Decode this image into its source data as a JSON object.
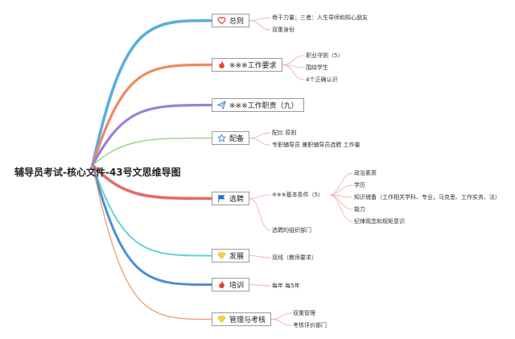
{
  "title": "辅导员考试-核心文件-43号文思维导图",
  "branches": [
    {
      "label": "总则",
      "icon": "heart-icon",
      "color": "#5aaee0",
      "children": [
        "骨干力量；三者：人生导师和知心朋友",
        "双重身份"
      ]
    },
    {
      "label": "※※※工作要求",
      "icon": "fire-icon",
      "color": "#ec8a5e",
      "children": [
        "职业守则（5）",
        "围绕学生",
        "4个正确认识"
      ]
    },
    {
      "label": "※※※工作职责（九）",
      "icon": "paper-plane-icon",
      "color": "#9b7fd8",
      "children": []
    },
    {
      "label": "配备",
      "icon": "star-icon",
      "color": "#8ecf7e",
      "children": [
        "配比 原则",
        "专职辅导员 兼职辅导员选聘 工作量"
      ]
    },
    {
      "label": "选聘",
      "icon": "flag-icon",
      "color": "#e66a6a",
      "children": [
        "※※※基本条件（5）",
        "选聘的组织部门"
      ],
      "subchildren": [
        "政治素质",
        "学历",
        "知识储备（工作相关学科、专业，马克思、工作实务、法）",
        "能力",
        "纪律观念和规矩意识"
      ]
    },
    {
      "label": "发展",
      "icon": "diamond-icon",
      "color": "#5ed3d8",
      "children": [
        "双线（教师要求）"
      ]
    },
    {
      "label": "培训",
      "icon": "fire-icon",
      "color": "#4d8fd0",
      "children": [
        "每年 每5年"
      ]
    },
    {
      "label": "管理与考核",
      "icon": "diamond-icon",
      "color": "#f09a6a",
      "children": [
        "双重管理",
        "考核评价部门"
      ]
    }
  ]
}
